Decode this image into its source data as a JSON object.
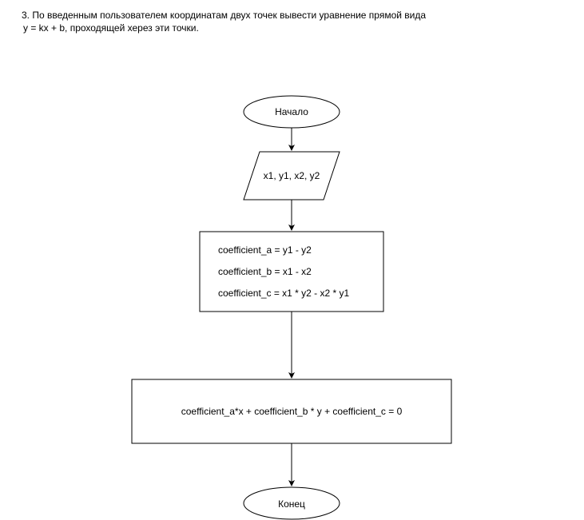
{
  "task": {
    "line1": "3. По введенным пользователем координатам двух точек вывести уравнение прямой вида",
    "line2": "y = kx + b, проходящей херез эти точки."
  },
  "flowchart": {
    "start": "Начало",
    "input": "x1, y1, x2, y2",
    "process": [
      "coefficient_a = y1 - y2",
      "coefficient_b = x1 - x2",
      "coefficient_c = x1 * y2 - x2 * y1"
    ],
    "output": "coefficient_a*x + coefficient_b * y + coefficient_c = 0",
    "end": "Конец"
  }
}
